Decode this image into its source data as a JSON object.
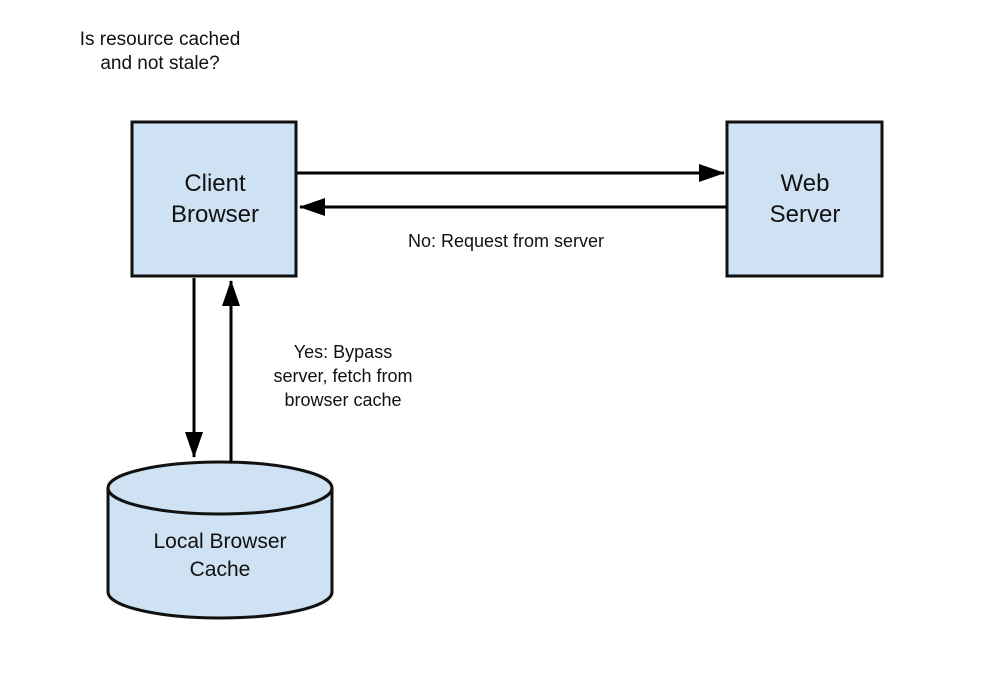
{
  "diagram": {
    "question": {
      "line1": "Is resource cached",
      "line2": "and not stale?"
    },
    "client": {
      "line1": "Client",
      "line2": "Browser"
    },
    "server": {
      "line1": "Web",
      "line2": "Server"
    },
    "cache": {
      "line1": "Local Browser",
      "line2": "Cache"
    },
    "edges": {
      "no_label": "No: Request from server",
      "yes_label": {
        "line1": "Yes: Bypass",
        "line2": "server, fetch from",
        "line3": "browser cache"
      }
    },
    "colors": {
      "node_fill": "#cfe2f3",
      "node_stroke": "#111111",
      "arrow": "#000000"
    }
  }
}
